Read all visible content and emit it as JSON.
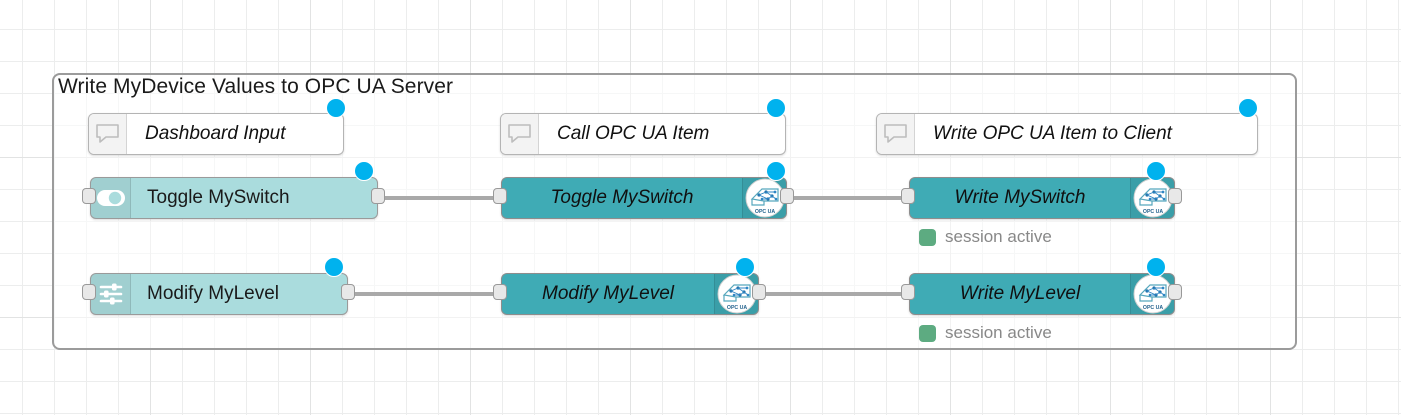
{
  "canvas": {
    "grid_color": "#eceded",
    "grid_major_color": "#e2e3e3",
    "background": "#ffffff"
  },
  "group": {
    "title": "Write MyDevice Values to OPC UA Server",
    "border_color": "#9b9b9b"
  },
  "colors": {
    "dashboard_node": "#aadcdd",
    "opcua_node": "#3fabb5",
    "comment_node": "#ffffff",
    "badge_blue": "#00b2ee",
    "status_green": "#5dab81",
    "wire_gray": "#a9a9a9",
    "port_fill": "#e8e8e8"
  },
  "comments": [
    {
      "label": "Dashboard Input",
      "icon": "comment-bubble-icon"
    },
    {
      "label": "Call OPC UA Item",
      "icon": "comment-bubble-icon"
    },
    {
      "label": "Write OPC UA Item to Client",
      "icon": "comment-bubble-icon"
    }
  ],
  "rows": [
    {
      "name": "switch-row",
      "input_node": {
        "label": "Toggle MySwitch",
        "icon": "toggle-switch-icon",
        "type": "dashboard"
      },
      "call_node": {
        "label": "Toggle MySwitch",
        "icon": "opc-ua-logo-icon",
        "type": "opcua"
      },
      "write_node": {
        "label": "Write MySwitch",
        "icon": "opc-ua-logo-icon",
        "type": "opcua"
      },
      "status": {
        "text": "session active",
        "color": "#5dab81"
      }
    },
    {
      "name": "level-row",
      "input_node": {
        "label": "Modify MyLevel",
        "icon": "sliders-icon",
        "type": "dashboard"
      },
      "call_node": {
        "label": "Modify MyLevel",
        "icon": "opc-ua-logo-icon",
        "type": "opcua"
      },
      "write_node": {
        "label": "Write MyLevel",
        "icon": "opc-ua-logo-icon",
        "type": "opcua"
      },
      "status": {
        "text": "session active",
        "color": "#5dab81"
      }
    }
  ],
  "opc_ua_logo_text": "OPC UA"
}
